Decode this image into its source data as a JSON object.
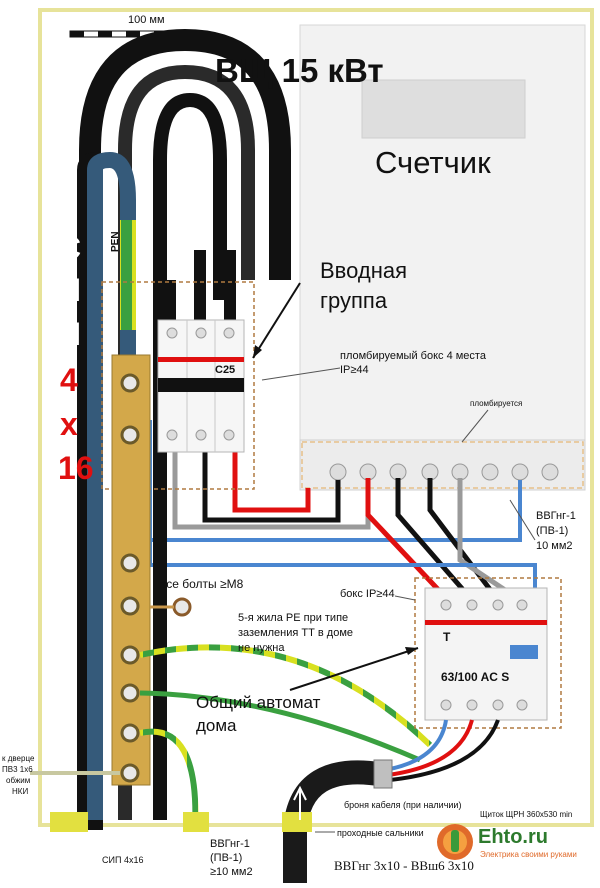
{
  "scale_label": "100 мм",
  "title": "ВЩ 15 кВт",
  "meter_label": "Счетчик",
  "input_group_label_line1": "Вводная",
  "input_group_label_line2": "группа",
  "breaker_top_label": "C25",
  "sealed_box_line1": "пломбируемый бокс 4 места",
  "sealed_box_line2": "IP≥44",
  "sealed_label": "пломбируется",
  "pen_label": "PEN",
  "sip_text_black": [
    "С",
    "И",
    "П"
  ],
  "sip_text_red": [
    "4",
    "х",
    "16"
  ],
  "vvg_right_line1": "ВВГнг-1",
  "vvg_right_line2": "(ПВ-1)",
  "vvg_right_line3": "10 мм2",
  "bolts_label": "все болты ≥М8",
  "box_ip_label": "бокс IP≥44",
  "pe_note_line1": "5-я жила PE при типе",
  "pe_note_line2": "заземления ТТ в доме",
  "pe_note_line3": "не нужна",
  "main_breaker_T": "T",
  "main_breaker_rating": "63/100 AC  S",
  "common_breaker_line1": "Общий автомат",
  "common_breaker_line2": "дома",
  "door_note_line1": "к дверце",
  "door_note_line2": "ПВ3 1х6",
  "door_note_line3": "обжим",
  "door_note_line4": "НКИ",
  "armor_label": "броня кабеля (при наличии)",
  "panel_label": "Щиток ЩРН 360х530 min",
  "glands_label": "проходные сальники",
  "vvg_bottom_line1": "ВВГнг-1",
  "vvg_bottom_line2": "(ПВ-1)",
  "vvg_bottom_line3": "≥10 мм2",
  "sip_bottom_label": "СИП 4х16",
  "cable_bottom_label": "ВВГнг 3х10 - ВВш6 3х10",
  "logo_text": "Ehto.ru",
  "logo_sub": "Электрика своими руками",
  "colors": {
    "red": "#e01010",
    "black": "#111111",
    "blue": "#4a86d0",
    "grey": "#9a9a9a",
    "yellow": "#d8e020",
    "green": "#3aa040",
    "busbar": "#d3a84a",
    "panel": "#f1f1f1"
  }
}
